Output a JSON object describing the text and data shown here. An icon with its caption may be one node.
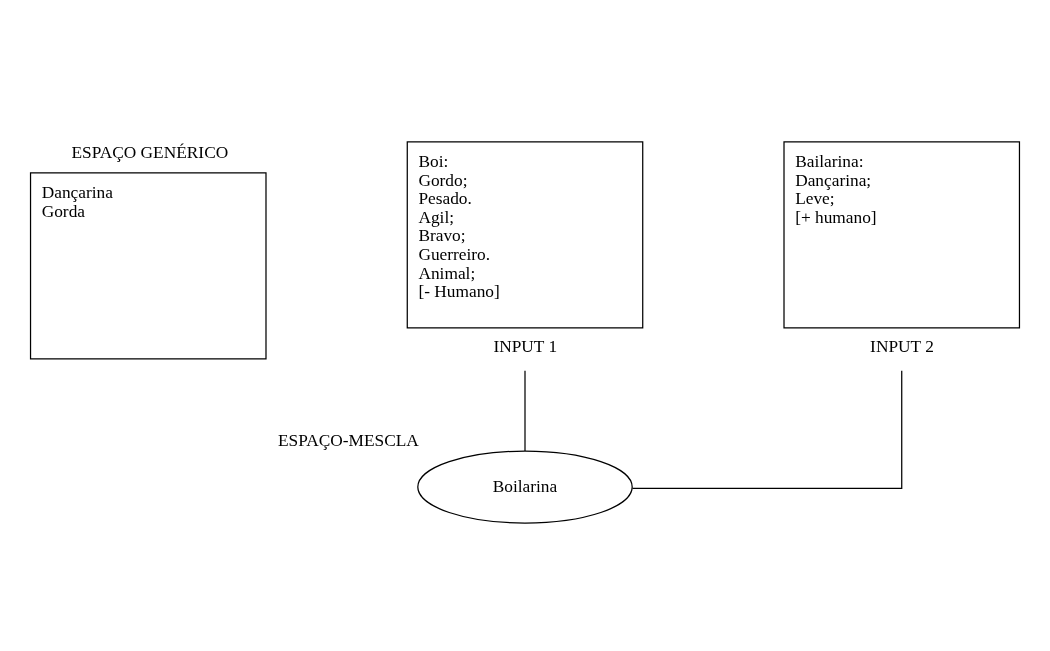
{
  "diagram": {
    "nodes": [
      {
        "text": [
          "Dançarina Gorda"
        ],
        "beside": [
          "ESPAÇO GENÉRICO"
        ]
      },
      {
        "text": [
          "Boi: Gordo; Pesado. Agil; Bravo; Guerreiro. Animal; [- Humano]"
        ],
        "beside": [
          "INPUT 1"
        ]
      },
      {
        "text": [
          "Bailarina: Dançarina; Leve; [+ humano]"
        ],
        "beside": [
          "INPUT 2"
        ]
      },
      {
        "text": [
          "Boilarina"
        ],
        "beside": [
          "ESPAÇO-MESCLA"
        ]
      }
    ],
    "edges": [
      {
        "from": 1,
        "to": 3,
        "arrow": "none"
      },
      {
        "from": 2,
        "to": 3,
        "arrow": "none"
      }
    ]
  }
}
